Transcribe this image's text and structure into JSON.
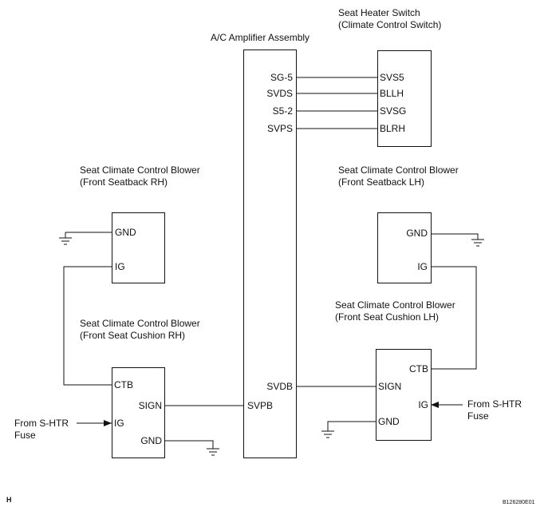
{
  "titles": {
    "switch_line1": "Seat Heater Switch",
    "switch_line2": "(Climate Control Switch)",
    "amplifier": "A/C Amplifier Assembly",
    "rh_back_line1": "Seat Climate Control Blower",
    "rh_back_line2": "(Front Seatback RH)",
    "lh_back_line1": "Seat Climate Control Blower",
    "lh_back_line2": "(Front Seatback LH)",
    "rh_cushion_line1": "Seat Climate Control Blower",
    "rh_cushion_line2": "(Front Seat Cushion RH)",
    "lh_cushion_line1": "Seat Climate Control Blower",
    "lh_cushion_line2": "(Front Seat Cushion LH)"
  },
  "amplifier_pins": {
    "sg5": "SG-5",
    "svds": "SVDS",
    "s52": "S5-2",
    "svps": "SVPS",
    "svdb": "SVDB",
    "svpb": "SVPB"
  },
  "switch_pins": {
    "svs5": "SVS5",
    "bllh": "BLLH",
    "svsg": "SVSG",
    "blrh": "BLRH"
  },
  "rh_back_pins": {
    "gnd": "GND",
    "ig": "IG"
  },
  "lh_back_pins": {
    "gnd": "GND",
    "ig": "IG"
  },
  "rh_cushion_pins": {
    "ctb": "CTB",
    "sign": "SIGN",
    "ig": "IG",
    "gnd": "GND"
  },
  "lh_cushion_pins": {
    "ctb": "CTB",
    "sign": "SIGN",
    "ig": "IG",
    "gnd": "GND"
  },
  "fuse_left": {
    "line1": "From S-HTR",
    "line2": "Fuse"
  },
  "fuse_right": {
    "line1": "From S-HTR",
    "line2": "Fuse"
  },
  "footer": {
    "corner_letter": "H",
    "figure_code": "B126280E01"
  }
}
